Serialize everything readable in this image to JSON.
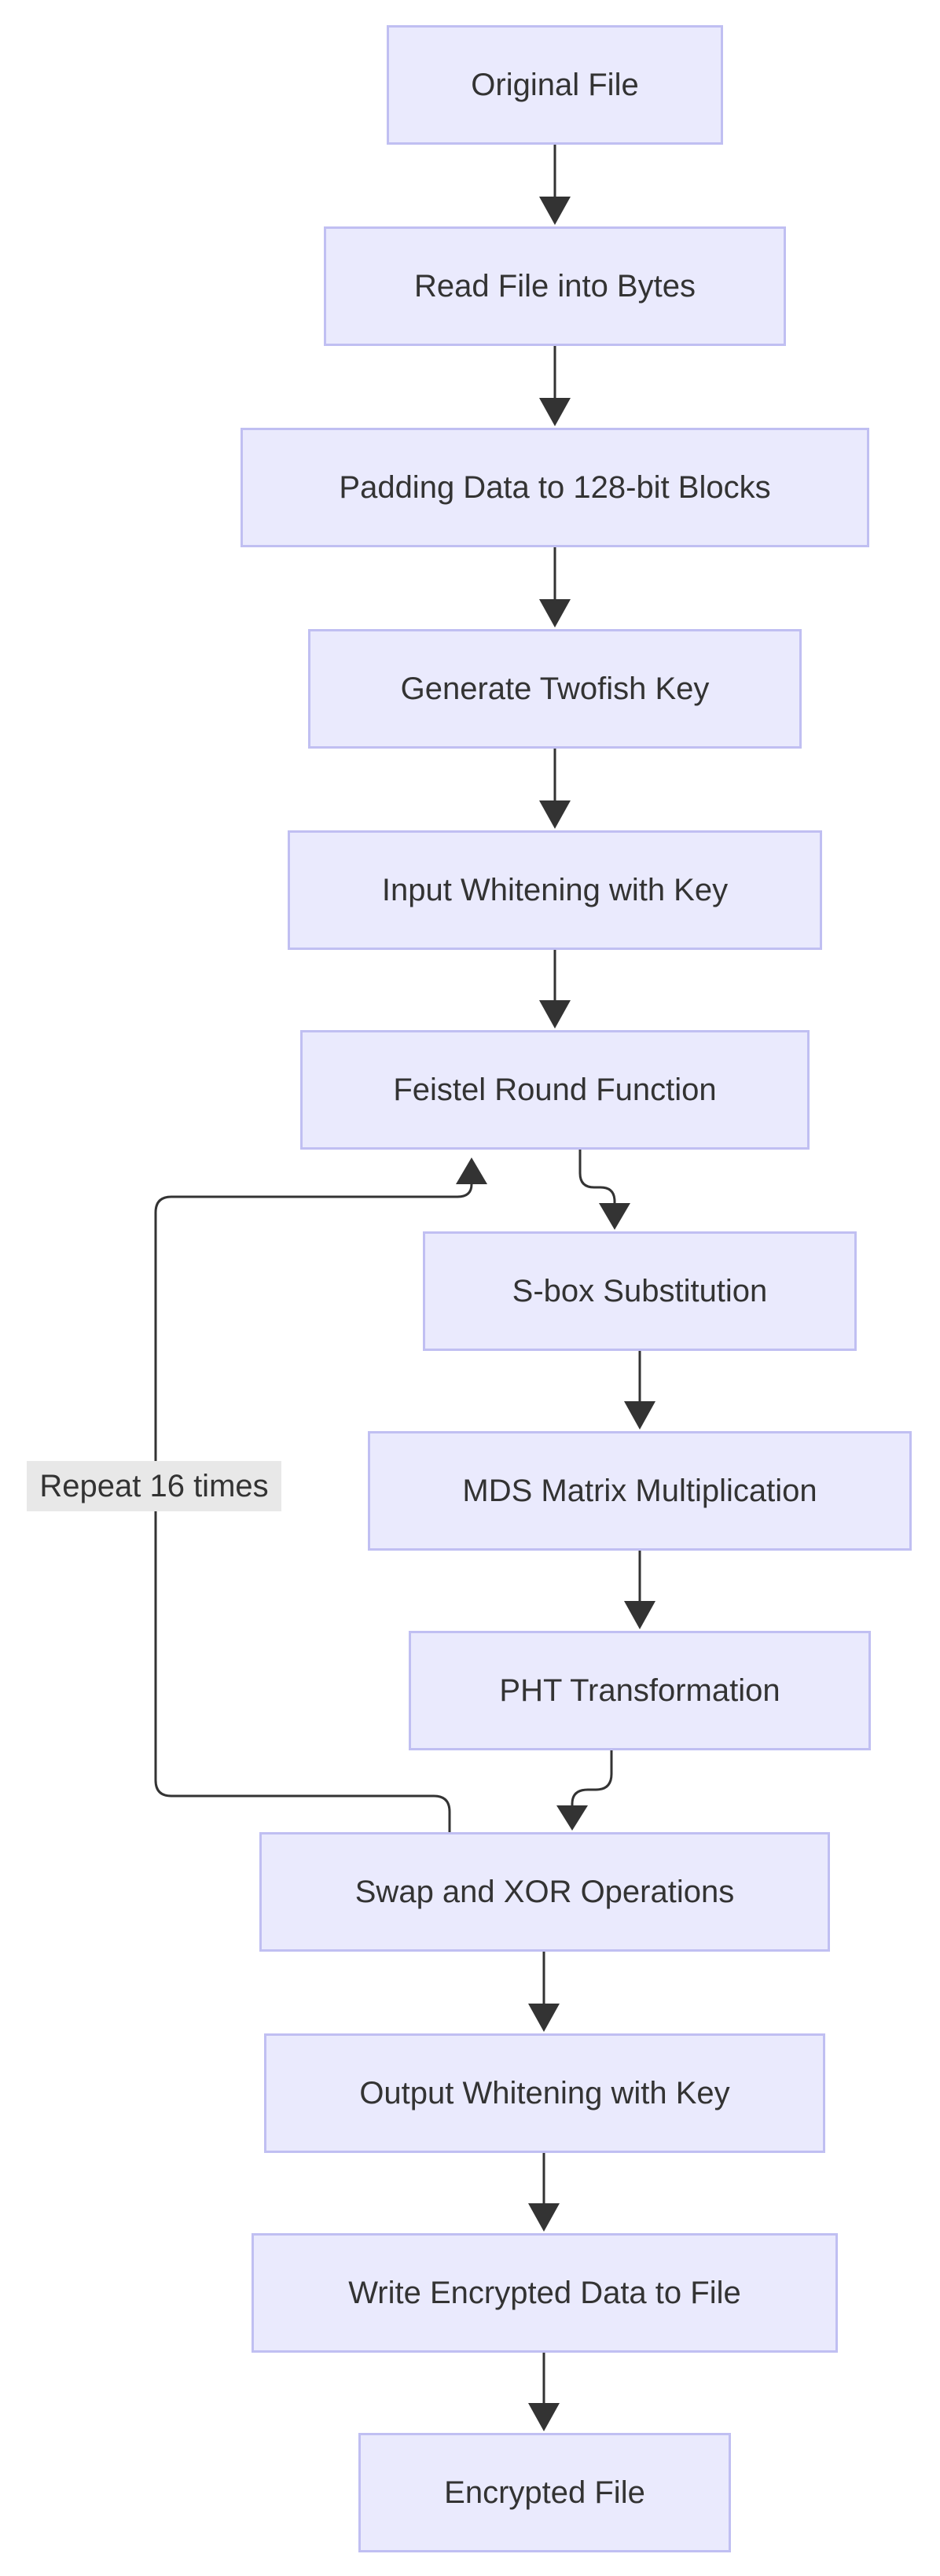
{
  "diagram": {
    "nodes": {
      "original": "Original File",
      "read": "Read File into Bytes",
      "padding": "Padding Data to 128-bit Blocks",
      "genkey": "Generate Twofish Key",
      "inwhite": "Input Whitening with Key",
      "feistel": "Feistel Round Function",
      "sbox": "S-box Substitution",
      "mds": "MDS Matrix Multiplication",
      "pht": "PHT Transformation",
      "swap": "Swap and XOR Operations",
      "outwhite": "Output Whitening with Key",
      "write": "Write Encrypted Data to File",
      "encrypted": "Encrypted File"
    },
    "edge_labels": {
      "repeat": "Repeat 16 times"
    },
    "colors": {
      "node_fill": "#eaeafd",
      "node_border": "#c0bff2",
      "edge": "#333333",
      "label_bg": "#e8e8e8"
    }
  }
}
